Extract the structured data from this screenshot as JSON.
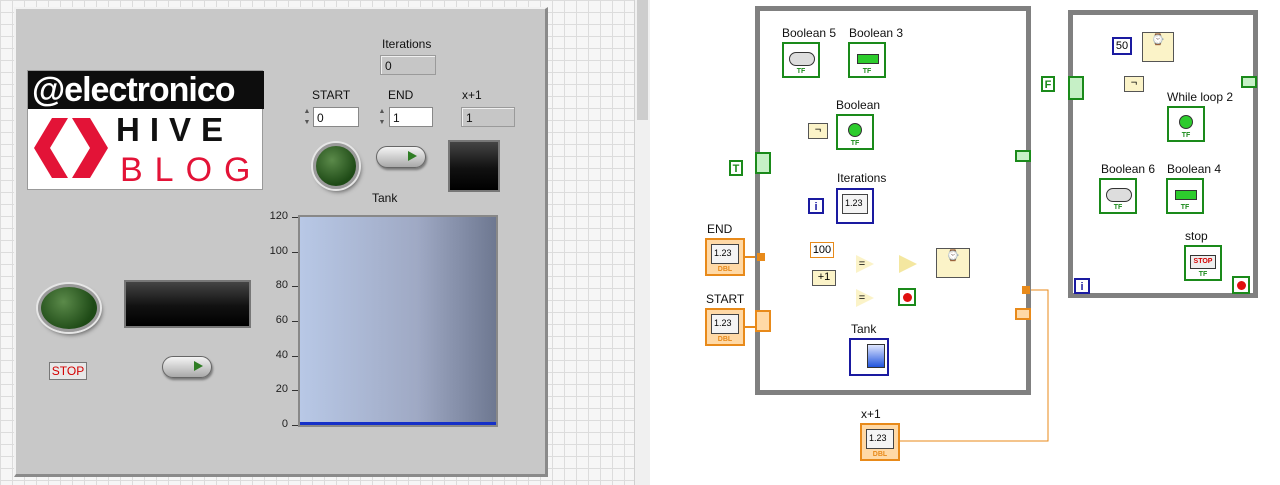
{
  "front_panel": {
    "iterations_label": "Iterations",
    "iterations_value": "0",
    "start_label": "START",
    "start_value": "0",
    "end_label": "END",
    "end_value": "1",
    "x1_label": "x+1",
    "x1_value": "1",
    "tank_label": "Tank",
    "tank_ticks": [
      "120",
      "100",
      "80",
      "60",
      "40",
      "20",
      "0"
    ],
    "tank_level": 0,
    "stop_label": "STOP",
    "logo": {
      "line1": "@electronico",
      "line2": "HIVE",
      "line3": "BLOG"
    }
  },
  "block_diagram": {
    "labels": {
      "boolean5": "Boolean 5",
      "boolean3": "Boolean 3",
      "boolean": "Boolean",
      "iterations": "Iterations",
      "end": "END",
      "start": "START",
      "tank": "Tank",
      "x1": "x+1",
      "while_loop2": "While loop 2",
      "boolean6": "Boolean 6",
      "boolean4": "Boolean 4",
      "stop": "stop"
    },
    "constants": {
      "c100": "100",
      "c50": "50",
      "t_const": "T",
      "f_const": "F",
      "i_marker": "i",
      "plus1": "+1",
      "eq1": "=",
      "eq2": "="
    },
    "numeric_text": "1.23",
    "tf_text": "TF",
    "dbl_text": "DBL",
    "stop_small": "STOP",
    "colors": {
      "bool_wire": "#1a8a1a",
      "num_wire": "#e88a1a",
      "int_wire": "#1a1aa0",
      "struct_border": "#808080"
    }
  }
}
